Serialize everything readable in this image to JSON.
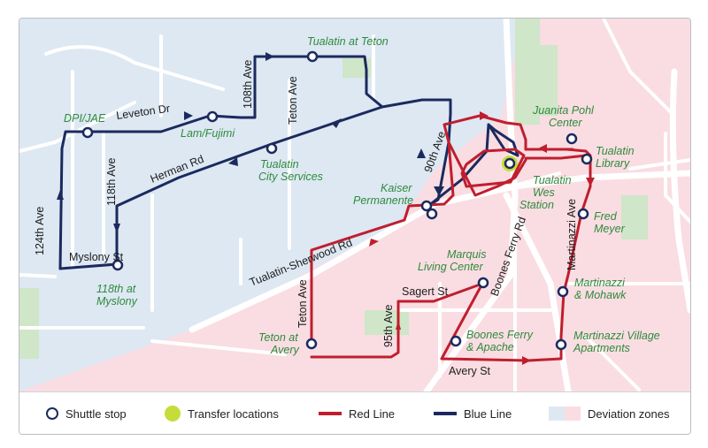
{
  "colors": {
    "red_line": "#c01e2e",
    "blue_line": "#1b2a5e",
    "blue_zone": "#dde8f3",
    "pink_zone": "#f9dde2",
    "park_green": "#cfe6c8",
    "street_white": "#ffffff",
    "stop_label_green": "#2f8a3c",
    "transfer_yellow": "#c6dc38"
  },
  "stops": [
    {
      "id": "tualatin-at-teton",
      "label": "Tualatin at Teton"
    },
    {
      "id": "dpi-jae",
      "label": "DPI/JAE"
    },
    {
      "id": "lam-fujimi",
      "label": "Lam/Fujimi"
    },
    {
      "id": "tualatin-city-services",
      "label": "Tualatin City Services"
    },
    {
      "id": "kaiser-permanente",
      "label": "Kaiser Permanente"
    },
    {
      "id": "juanita-pohl-center",
      "label": "Juanita Pohl Center"
    },
    {
      "id": "tualatin-library",
      "label": "Tualatin Library"
    },
    {
      "id": "tualatin-wes-station",
      "label": "Tualatin Wes Station"
    },
    {
      "id": "fred-meyer",
      "label": "Fred Meyer"
    },
    {
      "id": "marquis-living-center",
      "label": "Marquis Living Center"
    },
    {
      "id": "martinazzi-mohawk",
      "label": "Martinazzi & Mohawk"
    },
    {
      "id": "118th-at-myslony",
      "label": "118th at Myslony"
    },
    {
      "id": "teton-at-avery",
      "label": "Teton at Avery"
    },
    {
      "id": "boones-ferry-apache",
      "label": "Boones Ferry & Apache"
    },
    {
      "id": "martinazzi-village-apartments",
      "label": "Martinazzi Village Apartments"
    }
  ],
  "stop_label_lines": {
    "tualatin_at_teton": [
      "Tualatin at Teton"
    ],
    "dpi_jae": [
      "DPI/JAE"
    ],
    "lam_fujimi": [
      "Lam/Fujimi"
    ],
    "tualatin_city_services": [
      "Tualatin",
      "City Services"
    ],
    "kaiser_permanente": [
      "Kaiser",
      "Permanente"
    ],
    "juanita_pohl_center": [
      "Juanita Pohl",
      "Center"
    ],
    "tualatin_library": [
      "Tualatin",
      "Library"
    ],
    "tualatin_wes_station": [
      "Tualatin",
      "Wes",
      "Station"
    ],
    "fred_meyer": [
      "Fred",
      "Meyer"
    ],
    "marquis_living_center": [
      "Marquis",
      "Living Center"
    ],
    "martinazzi_mohawk": [
      "Martinazzi",
      "& Mohawk"
    ],
    "118th_at_myslony": [
      "118th at",
      "Myslony"
    ],
    "teton_at_avery": [
      "Teton at",
      "Avery"
    ],
    "boones_ferry_apache": [
      "Boones Ferry",
      "& Apache"
    ],
    "martinazzi_village_apartments": [
      "Martinazzi Village",
      "Apartments"
    ]
  },
  "streets": {
    "leveton_dr": "Leveton Dr",
    "108th_ave": "108th Ave",
    "teton_ave_north": "Teton Ave",
    "118th_ave": "118th Ave",
    "herman_rd": "Herman Rd",
    "124th_ave": "124th Ave",
    "myslony_st": "Myslony St",
    "90th_ave": "90th Ave",
    "tualatin_sherwood_rd": "Tualatin-Sherwood Rd",
    "teton_ave_south": "Teton Ave",
    "sagert_st": "Sagert St",
    "95th_ave": "95th Ave",
    "boones_ferry_rd": "Boones Ferry Rd",
    "martinazzi_ave": "Martinazzi Ave",
    "avery_st": "Avery St"
  },
  "legend": {
    "shuttle_stop": "Shuttle stop",
    "transfer_locations": "Transfer locations",
    "red_line": "Red Line",
    "blue_line": "Blue Line",
    "deviation_zones": "Deviation zones"
  }
}
